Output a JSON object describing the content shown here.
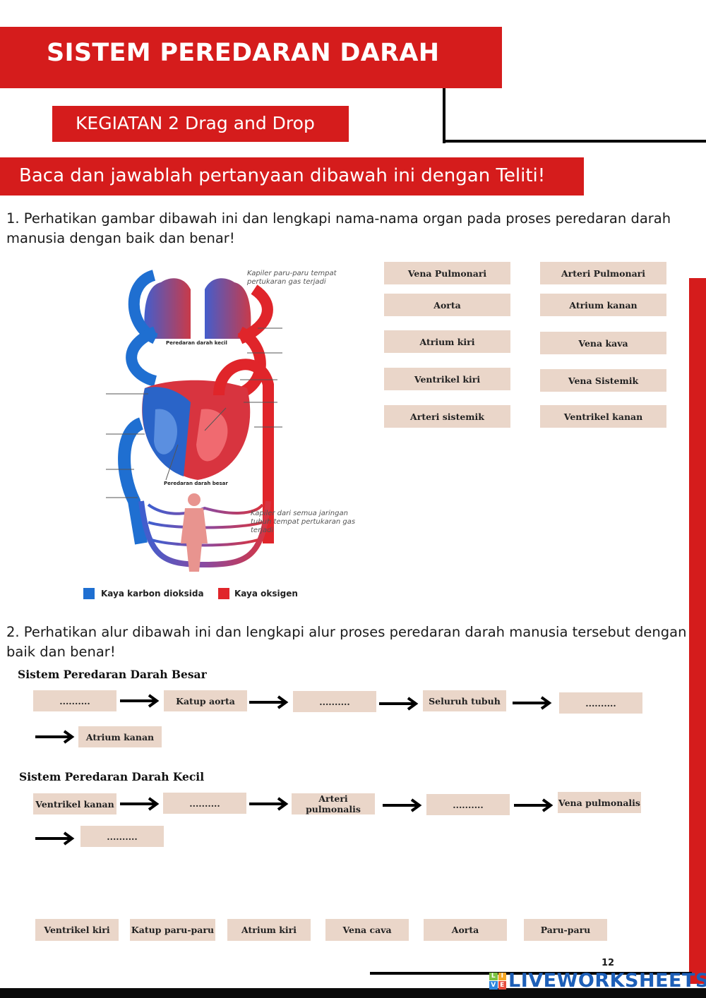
{
  "header": {
    "title": "SISTEM PEREDARAN DARAH",
    "subtitle": "KEGIATAN 2 Drag and Drop",
    "instruction": "Baca dan jawablah pertanyaan dibawah ini dengan Teliti!"
  },
  "question1": {
    "text": "1. Perhatikan gambar dibawah ini dan lengkapi nama-nama organ pada proses peredaran darah manusia dengan baik dan benar!",
    "diagram": {
      "caption_top": "Kapiler paru-paru tempat pertukaran gas terjadi",
      "small_circulation": "Peredaran darah kecil",
      "large_circulation": "Peredaran darah besar",
      "caption_bottom": "Kapiler dari semua jaringan tubuh tempat pertukaran gas terjadi",
      "legend_blue": "Kaya karbon dioksida",
      "legend_red": "Kaya oksigen",
      "color_blue": "#1f6fd1",
      "color_red": "#e0252a"
    },
    "options": [
      "Vena Pulmonari",
      "Arteri Pulmonari",
      "Aorta",
      "Atrium kanan",
      "Atrium kiri",
      "Vena kava",
      "Ventrikel kiri",
      "Vena Sistemik",
      "Arteri sistemik",
      "Ventrikel kanan"
    ]
  },
  "question2": {
    "text": "2. Perhatikan alur dibawah ini dan lengkapi alur proses peredaran darah manusia tersebut dengan baik dan benar!",
    "big": {
      "label": "Sistem Peredaran Darah Besar",
      "steps": [
        "..........",
        "Katup aorta",
        "..........",
        "Seluruh tubuh",
        "..........",
        "Atrium kanan"
      ]
    },
    "small": {
      "label": "Sistem Peredaran Darah Kecil",
      "steps": [
        "Ventrikel kanan",
        "..........",
        "Arteri pulmonalis",
        "..........",
        "Vena pulmonalis",
        ".........."
      ]
    },
    "options": [
      "Ventrikel kiri",
      "Katup paru-paru",
      "Atrium kiri",
      "Vena cava",
      "Aorta",
      "Paru-paru"
    ]
  },
  "footer": {
    "page_number": "12",
    "brand": "LIVEWORKSHEETS",
    "logo_letters": [
      "L",
      "I",
      "V",
      "E"
    ]
  }
}
